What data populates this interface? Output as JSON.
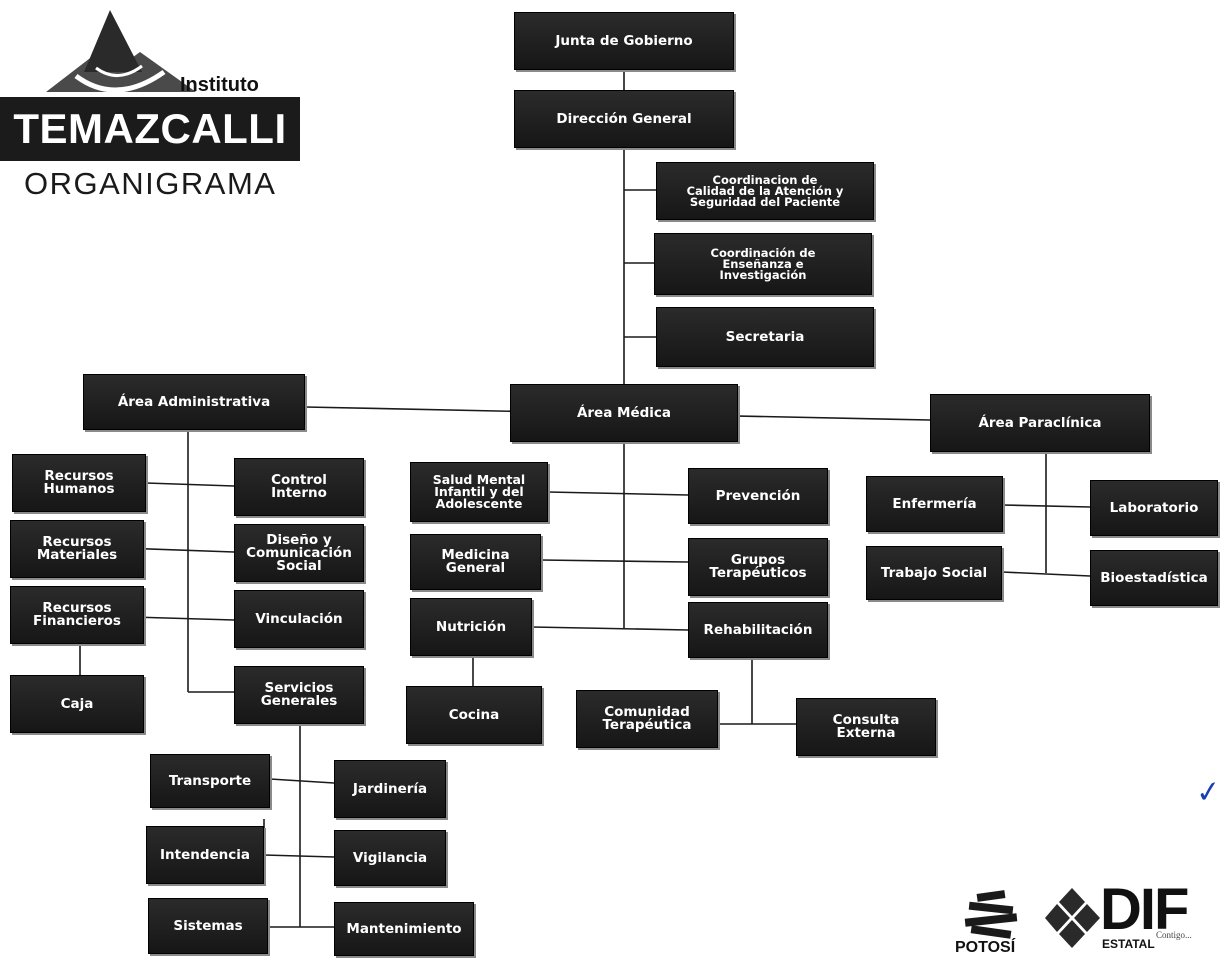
{
  "logo": {
    "instituto": "Instituto",
    "name": "TEMAZCALLI",
    "subtitle": "ORGANIGRAMA"
  },
  "units": {
    "junta": "Junta de Gobierno",
    "direccion": "Dirección General",
    "coord_calidad": "Coordinacion de\nCalidad de la Atención y\nSeguridad del Paciente",
    "coord_ensenanza": "Coordinación de\nEnseñanza e\nInvestigación",
    "secretaria": "Secretaria",
    "area_admin": "Área Administrativa",
    "area_medica": "Área Médica",
    "area_paraclinica": "Área Paraclínica",
    "rh": "Recursos\nHumanos",
    "rm": "Recursos\nMateriales",
    "rf": "Recursos\nFinancieros",
    "caja": "Caja",
    "control_interno": "Control\nInterno",
    "diseno": "Diseño y\nComunicación\nSocial",
    "vinculacion": "Vinculación",
    "servicios_generales": "Servicios\nGenerales",
    "transporte": "Transporte",
    "intendencia": "Intendencia",
    "sistemas": "Sistemas",
    "jardineria": "Jardinería",
    "vigilancia": "Vigilancia",
    "mantenimiento": "Mantenimiento",
    "salud_mental": "Salud Mental\nInfantil y del\nAdolescente",
    "medicina_general": "Medicina\nGeneral",
    "nutricion": "Nutrición",
    "cocina": "Cocina",
    "prevencion": "Prevención",
    "grupos": "Grupos\nTerapéuticos",
    "rehabilitacion": "Rehabilitación",
    "comunidad": "Comunidad\nTerapéutica",
    "consulta": "Consulta\nExterna",
    "enfermeria": "Enfermería",
    "trabajo_social": "Trabajo Social",
    "laboratorio": "Laboratorio",
    "bioestadistica": "Bioestadística"
  },
  "footer": {
    "potosi": "POTOSÍ",
    "dif": "DIF",
    "estatal": "ESTATAL",
    "tagline": "Contigo..."
  },
  "colors": {
    "box_fill": "#1b1b1b",
    "box_text": "#ffffff",
    "connector": "#1a1a1a",
    "check": "#1a3fb0"
  }
}
